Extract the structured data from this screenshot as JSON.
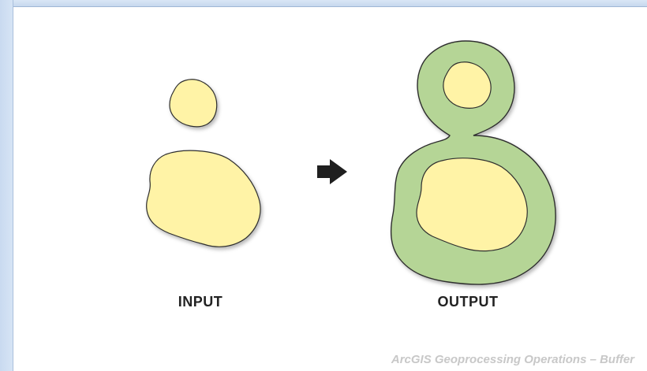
{
  "labels": {
    "input": "INPUT",
    "output": "OUTPUT"
  },
  "caption": "ArcGIS Geoprocessing Operations – Buffer",
  "colors": {
    "polygon_fill": "#fff3a6",
    "buffer_fill": "#b5d596",
    "outline": "#2f2f2f",
    "arrow": "#1f1f1f",
    "caption": "#c8c8c8"
  },
  "icons": {
    "transform_arrow": "arrow-right-icon"
  }
}
